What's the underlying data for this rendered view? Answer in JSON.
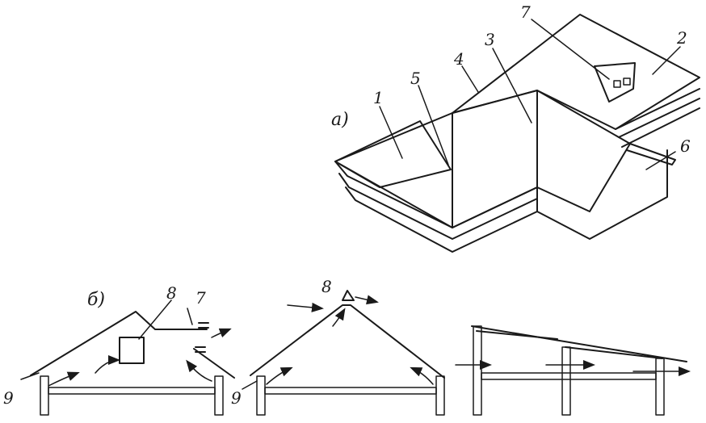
{
  "figure_a": {
    "part_label": "а)",
    "callouts": [
      "1",
      "2",
      "3",
      "4",
      "5",
      "6",
      "7"
    ]
  },
  "figure_b": {
    "part_label": "б)",
    "callouts": [
      "8",
      "7",
      "9",
      "8",
      "9"
    ]
  }
}
